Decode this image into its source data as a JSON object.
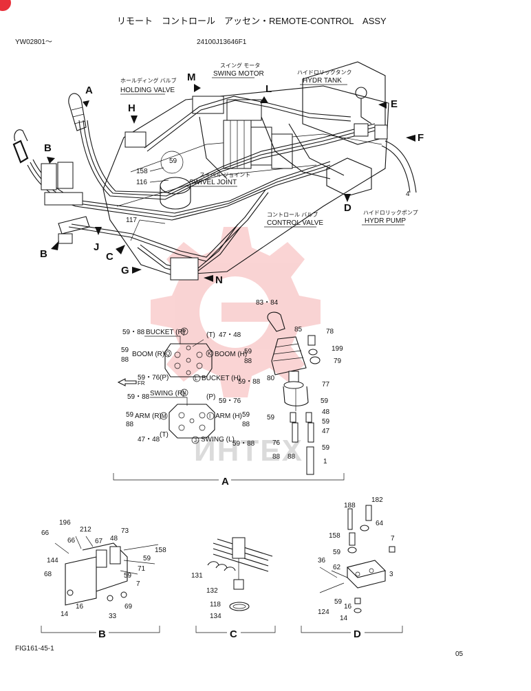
{
  "header": {
    "title": "リモート　コントロール　アッセン・REMOTE-CONTROL　ASSY",
    "serial": "YW02801～",
    "part_number": "24100J13646F1"
  },
  "footer": {
    "figure_id": "FIG161-45-1",
    "page_no": "05"
  },
  "watermark": {
    "text": "ИНТЕХ",
    "color": "#e83a3a"
  },
  "corner_badge": {
    "color": "#e8303a"
  },
  "callouts": {
    "A": "A",
    "B": "B",
    "C": "C",
    "D": "D",
    "E": "E",
    "F": "F",
    "G": "G",
    "H": "H",
    "J": "J",
    "L": "L",
    "M": "M",
    "N": "N"
  },
  "component_labels": {
    "holding_valve_kana": "ホールディング バルブ",
    "holding_valve": "HOLDING VALVE",
    "swing_motor_kana": "スイング モータ",
    "swing_motor": "SWING MOTOR",
    "hydr_tank_kana": "ハイドロリックタンク",
    "hydr_tank": "HYDR TANK",
    "swivel_joint_kana": "スイベル ジョイント",
    "swivel_joint": "SWIVEL JOINT",
    "control_valve_kana": "コントロール バルブ",
    "control_valve": "CONTROL VALVE",
    "hydr_pump_kana": "ハイドロリックポンプ",
    "hydr_pump": "HYDR PUMP"
  },
  "part_numbers_main": {
    "p158": "158",
    "p116": "116",
    "p117": "117",
    "p59": "59",
    "p4": "4"
  },
  "detail_a": {
    "section_label": "A",
    "fr_label": "FR",
    "upper_pad": {
      "bucket_r": "BUCKET (R)",
      "bucket_r_code": "P",
      "bucket_r_parts": "59・88",
      "t_port": "(T)",
      "t_parts": "47・48",
      "boom_r": "BOOM (R)",
      "boom_r_code": "Q",
      "boom_r_parts_a": "59",
      "boom_r_parts_b": "88",
      "boom_h": "BOOM (H)",
      "boom_h_code": "K",
      "boom_h_parts_a": "59",
      "boom_h_parts_b": "88",
      "p_port": "(P)",
      "p_parts": "59・76",
      "bucket_h": "BUCKET (H)",
      "bucket_h_code": "L",
      "bucket_h_parts": "59・88"
    },
    "lower_pad": {
      "swing_r": "SWING (R)",
      "swing_r_code": "N",
      "swing_r_parts": "59・88",
      "p_port": "(P)",
      "p_parts": "59・76",
      "arm_r": "ARM (R)",
      "arm_r_code": "M",
      "arm_r_parts_a": "59",
      "arm_r_parts_b": "88",
      "arm_h": "ARM (H)",
      "arm_h_code": "I",
      "arm_h_parts_a": "59",
      "arm_h_parts_b": "88",
      "t_port": "(T)",
      "t_parts": "47・48",
      "swing_l": "SWING (L)",
      "swing_l_code": "J",
      "swing_l_parts": "59・88"
    },
    "lever_parts": {
      "p8384": "83・84",
      "p85": "85",
      "p78": "78",
      "p199": "199",
      "p79": "79",
      "p80": "80",
      "p77": "77",
      "p59a": "59",
      "p48": "48",
      "p59b": "59",
      "p59c": "59",
      "p47": "47",
      "p76": "76",
      "p88a": "88",
      "p88b": "88",
      "p59d": "59",
      "p1": "1"
    }
  },
  "detail_b": {
    "section_label": "B",
    "parts": {
      "p196": "196",
      "p212": "212",
      "p66a": "66",
      "p66b": "66",
      "p67": "67",
      "p48": "48",
      "p73": "73",
      "p158": "158",
      "p59a": "59",
      "p144": "144",
      "p71": "71",
      "p59b": "59",
      "p68": "68",
      "p7": "7",
      "p14": "14",
      "p16": "16",
      "p33": "33",
      "p69": "69"
    }
  },
  "detail_c": {
    "section_label": "C",
    "parts": {
      "p131": "131",
      "p132": "132",
      "p118": "118",
      "p134": "134"
    }
  },
  "detail_d": {
    "section_label": "D",
    "parts": {
      "p188": "188",
      "p182": "182",
      "p64": "64",
      "p158": "158",
      "p7": "7",
      "p59a": "59",
      "p36": "36",
      "p62": "62",
      "p3": "3",
      "p124": "124",
      "p59b": "59",
      "p16": "16",
      "p14": "14"
    }
  }
}
